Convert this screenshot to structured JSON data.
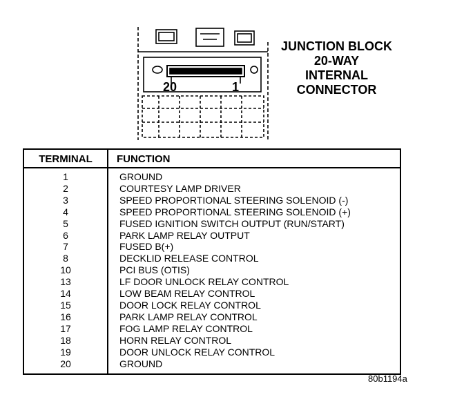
{
  "title": {
    "line1": "JUNCTION BLOCK",
    "line2": "20-WAY",
    "line3": "INTERNAL",
    "line4": "CONNECTOR"
  },
  "connector": {
    "pin_left": "20",
    "pin_right": "1"
  },
  "table": {
    "header_terminal": "TERMINAL",
    "header_function": "FUNCTION",
    "rows": [
      {
        "terminal": "1",
        "function": "GROUND"
      },
      {
        "terminal": "2",
        "function": "COURTESY LAMP DRIVER"
      },
      {
        "terminal": "3",
        "function": "SPEED PROPORTIONAL STEERING SOLENOID (-)"
      },
      {
        "terminal": "4",
        "function": "SPEED PROPORTIONAL STEERING SOLENOID (+)"
      },
      {
        "terminal": "5",
        "function": "FUSED IGNITION SWITCH OUTPUT (RUN/START)"
      },
      {
        "terminal": "6",
        "function": "PARK LAMP RELAY OUTPUT"
      },
      {
        "terminal": "7",
        "function": "FUSED B(+)"
      },
      {
        "terminal": "8",
        "function": "DECKLID RELEASE CONTROL"
      },
      {
        "terminal": "10",
        "function": "PCI BUS (OTIS)"
      },
      {
        "terminal": "13",
        "function": "LF DOOR UNLOCK RELAY CONTROL"
      },
      {
        "terminal": "14",
        "function": "LOW BEAM RELAY CONTROL"
      },
      {
        "terminal": "15",
        "function": "DOOR LOCK RELAY CONTROL"
      },
      {
        "terminal": "16",
        "function": "PARK LAMP RELAY CONTROL"
      },
      {
        "terminal": "17",
        "function": "FOG LAMP RELAY CONTROL"
      },
      {
        "terminal": "18",
        "function": "HORN RELAY CONTROL"
      },
      {
        "terminal": "19",
        "function": "DOOR UNLOCK RELAY CONTROL"
      },
      {
        "terminal": "20",
        "function": "GROUND"
      }
    ]
  },
  "figure_id": "80b1194a"
}
